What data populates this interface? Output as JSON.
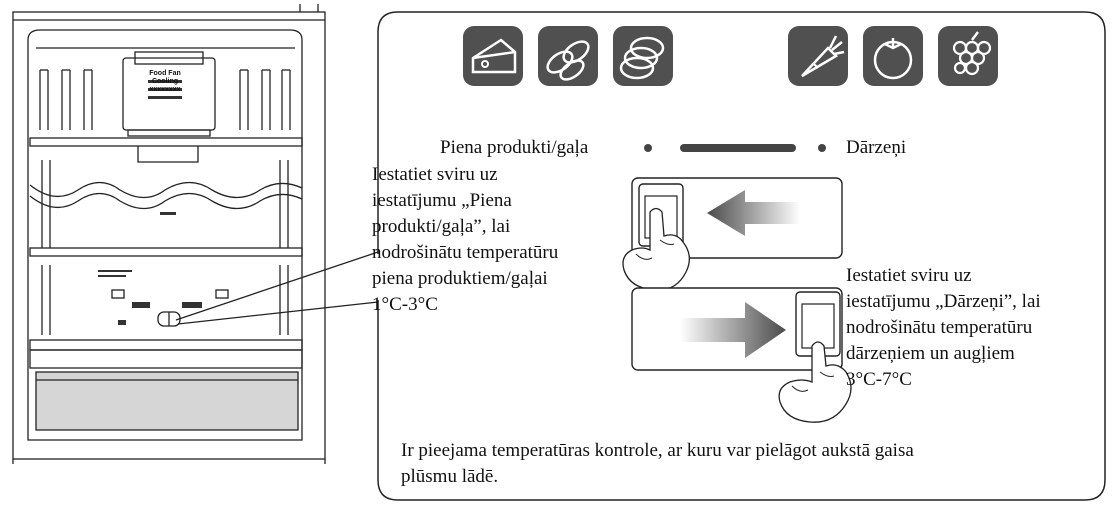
{
  "fridge": {
    "panel_label_lines": [
      "Food Fan",
      "Cooling",
      "xxxxxxxx"
    ]
  },
  "callout": {
    "icons_left": [
      "cheese-icon",
      "sausage-icon",
      "sliced-meat-icon"
    ],
    "icons_right": [
      "carrot-icon",
      "tomato-icon",
      "grapes-icon"
    ],
    "slider_left_label": "Piena produkti/gaļa",
    "slider_right_label": "Dārzeņi",
    "left_instruction_lines": [
      "Iestatiet sviru uz",
      "iestatījumu „Piena",
      "produkti/gaļa”, lai",
      "nodrošinātu temperatūru",
      "piena produktiem/gaļai",
      "1°C-3°C"
    ],
    "right_instruction_lines": [
      "Iestatiet sviru uz",
      "iestatījumu „Dārzeņi”, lai",
      "nodrošinātu temperatūru",
      "dārzeņiem un augļiem",
      "3°C-7°C"
    ],
    "footer_lines": [
      "Ir pieejama temperatūras kontrole, ar kuru var pielāgot aukstā gaisa",
      "plūsmu lādē."
    ]
  },
  "colors": {
    "icon_bg": "#505050",
    "slider_bar": "#444444",
    "arrow_dark": "#4a4a4a",
    "drawer_fill": "#d6d6d6"
  }
}
